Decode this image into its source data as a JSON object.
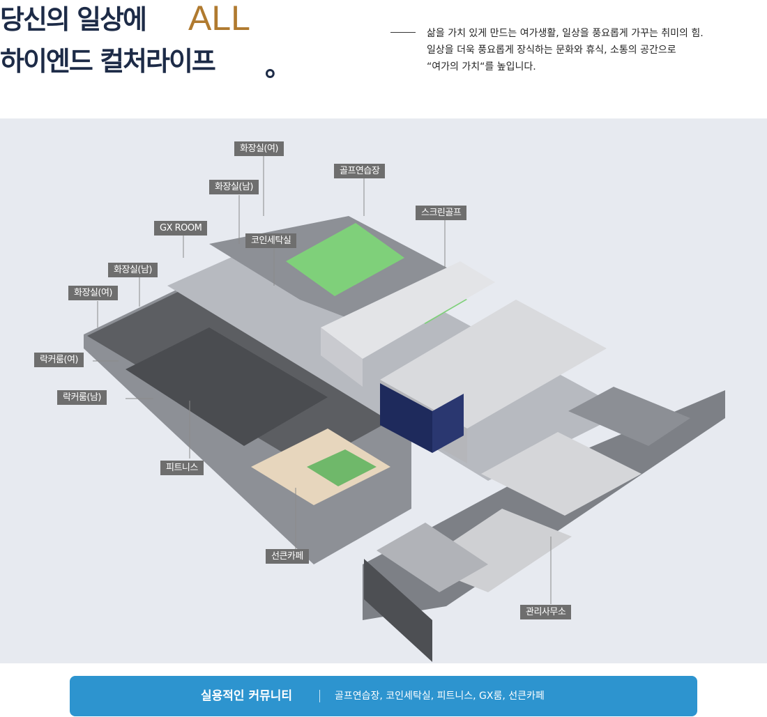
{
  "header": {
    "title_line1": "당신의 일상에",
    "title_accent": "ALL",
    "title_line2": "하이엔드 컬처라이프",
    "title_dot": "。",
    "description": [
      "삶을 가치 있게 만드는 여가생활, 일상을 풍요롭게 가꾸는 취미의 힘.",
      "일상을 더욱 풍요롭게 장식하는 문화와 휴식, 소통의 공간으로",
      "“여가의 가치“를 높입니다."
    ]
  },
  "map": {
    "labels": {
      "restroom_f_top": "화장실(여)",
      "golf_practice": "골프연습장",
      "restroom_m_top": "화장실(남)",
      "screen_golf": "스크린골프",
      "gx_room": "GX ROOM",
      "coin_laundry": "코인세탁실",
      "restroom_m_left": "화장실(남)",
      "restroom_f_left": "화장실(여)",
      "locker_f": "락커룸(여)",
      "locker_m": "락커룸(남)",
      "fitness": "피트니스",
      "sunken_cafe": "선큰카페",
      "management_office": "관리사무소"
    }
  },
  "community": {
    "title": "실용적인 커뮤니티",
    "facilities": "골프연습장, 코인세탁실, 피트니스, GX룸, 선큰카페"
  },
  "colors": {
    "title": "#1d2b47",
    "accent": "#b07a2f",
    "label_bg": "#6e6e6e",
    "bar_bg": "#2d94cf",
    "golf_green": "#7fd07a"
  }
}
